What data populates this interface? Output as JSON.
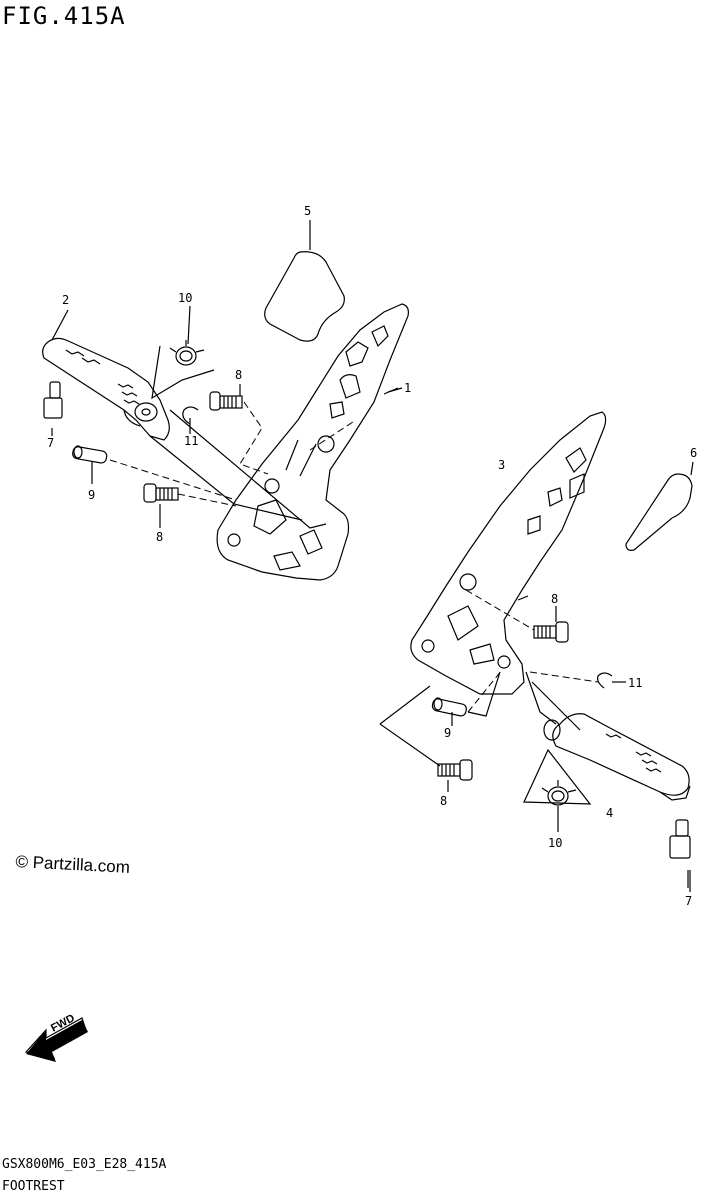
{
  "figure": {
    "title": "FIG.415A",
    "model_code": "GSX800M6_E03_E28_415A",
    "section_name": "FOOTREST",
    "copyright": "© Partzilla.com",
    "fwd_label": "FWD"
  },
  "callouts": [
    {
      "id": "callout-5",
      "label": "5"
    },
    {
      "id": "callout-2",
      "label": "2"
    },
    {
      "id": "callout-10-left",
      "label": "10"
    },
    {
      "id": "callout-8-upper-left",
      "label": "8"
    },
    {
      "id": "callout-1",
      "label": "1"
    },
    {
      "id": "callout-7-left",
      "label": "7"
    },
    {
      "id": "callout-11-left",
      "label": "11"
    },
    {
      "id": "callout-9-left",
      "label": "9"
    },
    {
      "id": "callout-8-lower-left",
      "label": "8"
    },
    {
      "id": "callout-3",
      "label": "3"
    },
    {
      "id": "callout-6",
      "label": "6"
    },
    {
      "id": "callout-8-upper-right",
      "label": "8"
    },
    {
      "id": "callout-11-right",
      "label": "11"
    },
    {
      "id": "callout-9-right",
      "label": "9"
    },
    {
      "id": "callout-8-lower-right",
      "label": "8"
    },
    {
      "id": "callout-4",
      "label": "4"
    },
    {
      "id": "callout-10-right",
      "label": "10"
    },
    {
      "id": "callout-7-right",
      "label": "7"
    }
  ]
}
